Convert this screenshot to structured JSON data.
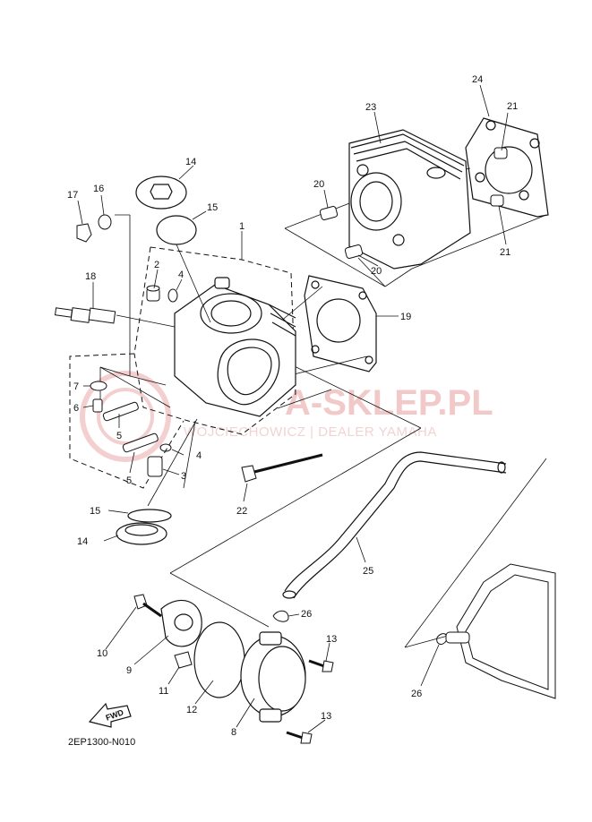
{
  "diagram": {
    "diagram_code": "2EP1300-N010",
    "fwd_label": "FWD",
    "watermark": {
      "main": "A-SKLEP.PL",
      "sub": "WOJCIECHOWICZ | DEALER YAMAHA"
    },
    "callouts": [
      {
        "id": "c1",
        "label": "1"
      },
      {
        "id": "c2",
        "label": "2"
      },
      {
        "id": "c3",
        "label": "3"
      },
      {
        "id": "c4a",
        "label": "4"
      },
      {
        "id": "c4b",
        "label": "4"
      },
      {
        "id": "c5a",
        "label": "5"
      },
      {
        "id": "c5b",
        "label": "5"
      },
      {
        "id": "c6",
        "label": "6"
      },
      {
        "id": "c7",
        "label": "7"
      },
      {
        "id": "c8",
        "label": "8"
      },
      {
        "id": "c9",
        "label": "9"
      },
      {
        "id": "c10",
        "label": "10"
      },
      {
        "id": "c11",
        "label": "11"
      },
      {
        "id": "c12",
        "label": "12"
      },
      {
        "id": "c13a",
        "label": "13"
      },
      {
        "id": "c13b",
        "label": "13"
      },
      {
        "id": "c14a",
        "label": "14"
      },
      {
        "id": "c14b",
        "label": "14"
      },
      {
        "id": "c15a",
        "label": "15"
      },
      {
        "id": "c15b",
        "label": "15"
      },
      {
        "id": "c16",
        "label": "16"
      },
      {
        "id": "c17",
        "label": "17"
      },
      {
        "id": "c18",
        "label": "18"
      },
      {
        "id": "c19",
        "label": "19"
      },
      {
        "id": "c20a",
        "label": "20"
      },
      {
        "id": "c20b",
        "label": "20"
      },
      {
        "id": "c21a",
        "label": "21"
      },
      {
        "id": "c21b",
        "label": "21"
      },
      {
        "id": "c22",
        "label": "22"
      },
      {
        "id": "c23",
        "label": "23"
      },
      {
        "id": "c24",
        "label": "24"
      },
      {
        "id": "c25",
        "label": "25"
      },
      {
        "id": "c26a",
        "label": "26"
      },
      {
        "id": "c26b",
        "label": "26"
      }
    ],
    "colors": {
      "line": "#111111",
      "watermark": "#f2c9c9"
    }
  }
}
